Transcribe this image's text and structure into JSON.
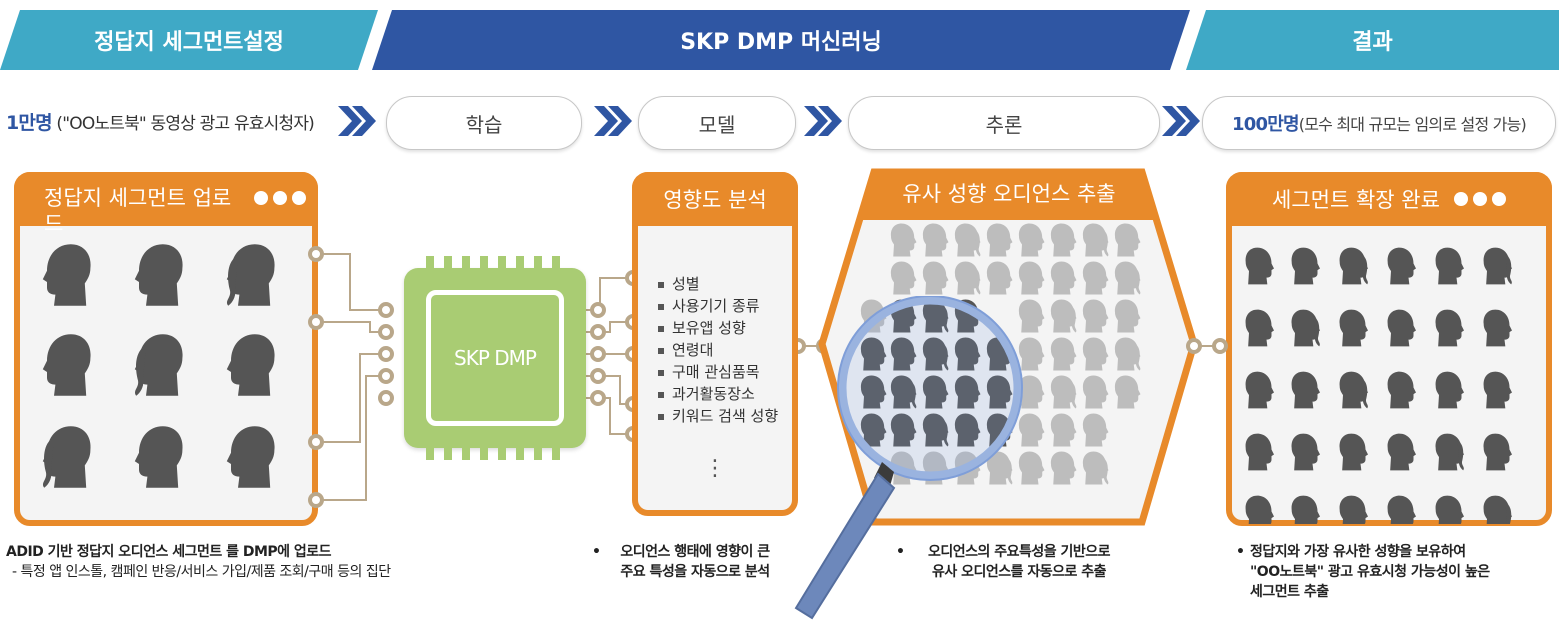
{
  "stages": {
    "left": "정답지 세그먼트설정",
    "middle": "SKP DMP 머신러닝",
    "right": "결과"
  },
  "steps": {
    "start_count": "1만명",
    "start_desc": "(\"OO노트북\" 동영상 광고 유효시청자)",
    "learn": "학습",
    "model": "모델",
    "infer": "추론",
    "end_count": "100만명",
    "end_desc": "(모수 최대 규모는 임의로 설정 가능)"
  },
  "panels": {
    "upload_title": "정답지 세그먼트 업로드",
    "chip_label": "SKP DMP",
    "influence_title": "영향도 분석",
    "influence_items": [
      "성별",
      "사용기기 종류",
      "보유앱 성향",
      "연령대",
      "구매 관심품목",
      "과거활동장소",
      "키워드 검색 성향"
    ],
    "influence_more": "⋮",
    "similar_title": "유사 성향 오디언스 추출",
    "expand_title": "세그먼트 확장 완료"
  },
  "captions": {
    "c1_line1": "ADID 기반 정답지 오디언스 세그먼트 를 DMP에 업로드",
    "c1_line2": "- 특정 앱 인스톨, 캠페인 반응/서비스 가입/제품 조회/구매 등의 집단",
    "c2_line1": "오디언스 행태에 영향이 큰",
    "c2_line2": "주요 특성을 자동으로 분석",
    "c3_line1": "오디언스의 주요특성을 기반으로",
    "c3_line2": "유사 오디언스를 자동으로 추출",
    "c4_line1": "정답지와 가장 유사한 성향을 보유하여",
    "c4_line2": "\"OO노트북\" 광고 유효시청 가능성이 높은",
    "c4_line3": "세그먼트 추출"
  },
  "colors": {
    "teal": "#3fa9c6",
    "blue": "#2f56a3",
    "orange": "#e88a2a",
    "chip_green": "#a9cc73",
    "head": "#555555",
    "head_light": "#bdbdbd",
    "lens": "#6f8fcf"
  },
  "icons": [
    "head-silhouette-icon",
    "chevron-right-icon",
    "magnifier-icon",
    "chip-icon",
    "connector-node-icon"
  ]
}
